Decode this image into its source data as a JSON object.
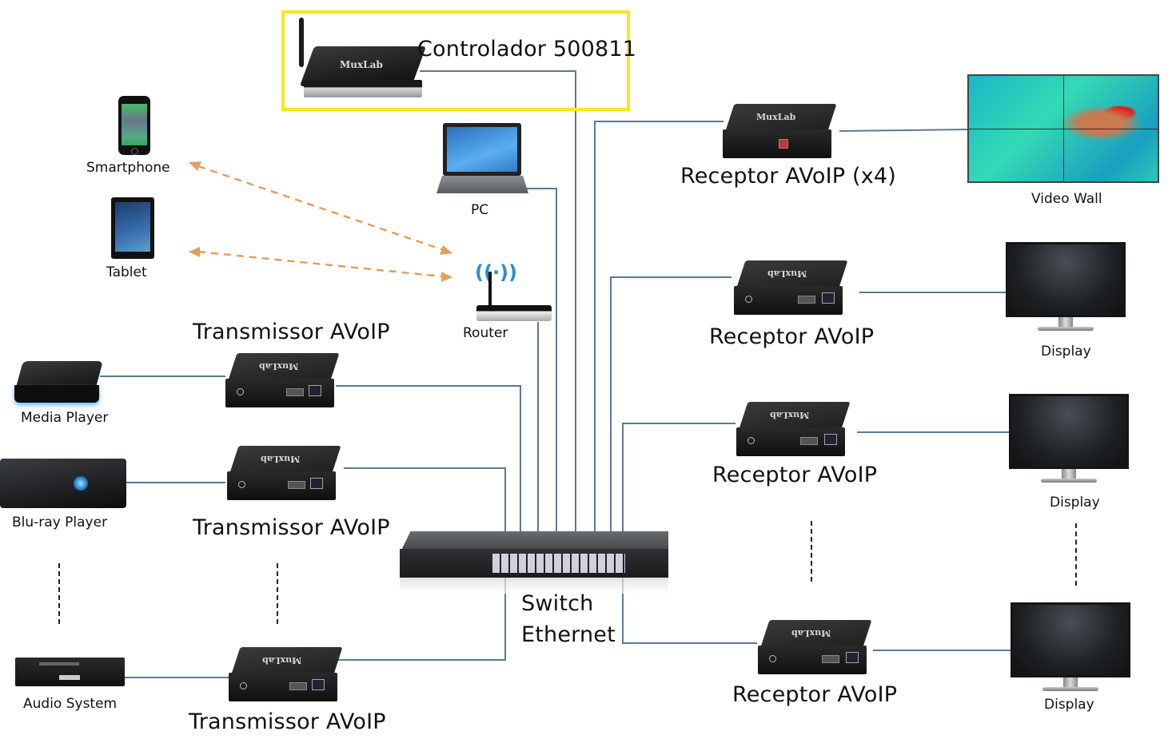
{
  "diagram": {
    "title": "AVoIP network topology",
    "controller": {
      "label": "Controlador 500811",
      "brand": "MuxLab",
      "highlight_color": "#f5ea1b"
    },
    "switch": {
      "label_line1": "Switch",
      "label_line2": "Ethernet"
    },
    "pc": {
      "label": "PC"
    },
    "router": {
      "label": "Router"
    },
    "wireless_clients": [
      {
        "label": "Smartphone"
      },
      {
        "label": "Tablet"
      }
    ],
    "sources": [
      {
        "device": "Media Player",
        "transmitter": "Transmissor AVoIP"
      },
      {
        "device": "Blu-ray Player",
        "transmitter": "Transmissor AVoIP"
      },
      {
        "device": "Audio System",
        "transmitter": "Transmissor AVoIP"
      }
    ],
    "sinks": [
      {
        "receiver": "Receptor AVoIP (x4)",
        "device": "Video Wall"
      },
      {
        "receiver": "Receptor AVoIP",
        "device": "Display"
      },
      {
        "receiver": "Receptor AVoIP",
        "device": "Display"
      },
      {
        "receiver": "Receptor AVoIP",
        "device": "Display"
      }
    ],
    "device_brand": "MuxLab",
    "colors": {
      "wire": "#5a7a90",
      "wireless_link": "#e0a060",
      "ellipsis": "#222222"
    }
  }
}
